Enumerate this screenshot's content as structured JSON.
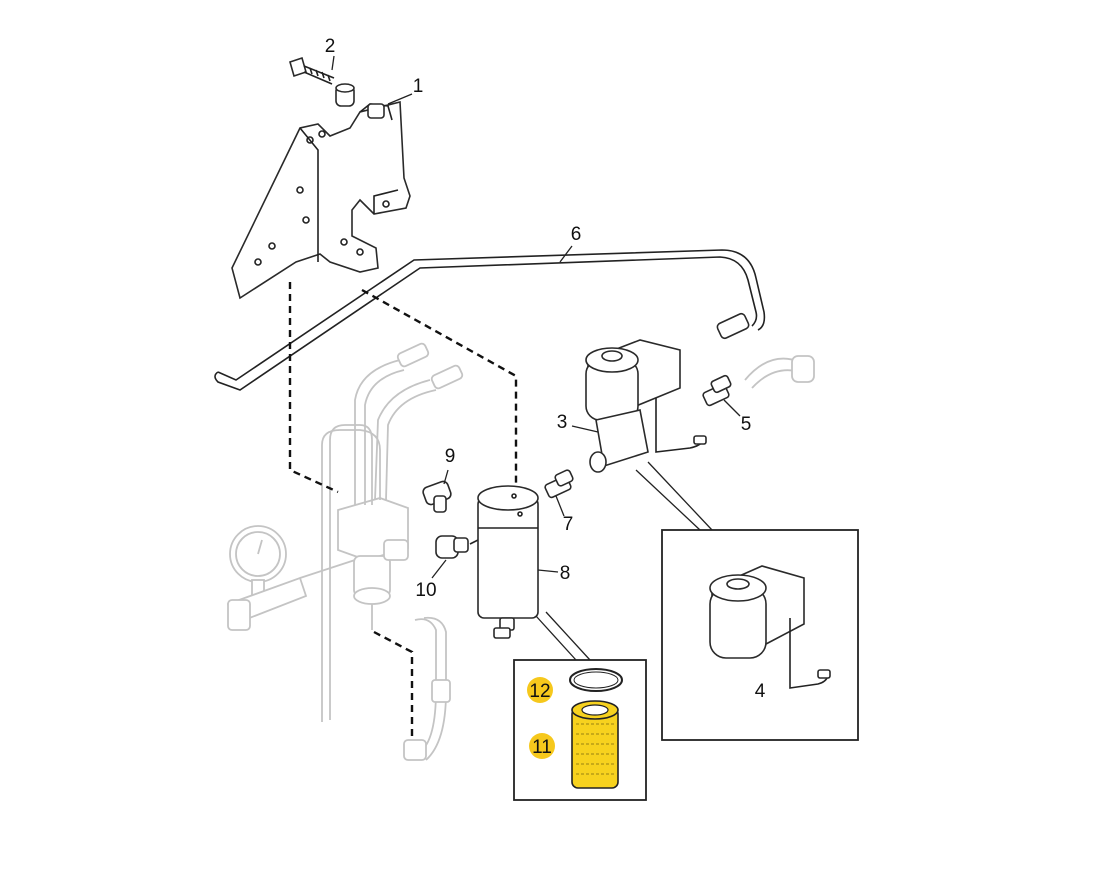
{
  "callouts": {
    "c1": "1",
    "c2": "2",
    "c3": "3",
    "c4": "4",
    "c5": "5",
    "c6": "6",
    "c7": "7",
    "c8": "8",
    "c9": "9",
    "c10": "10",
    "c11": "11",
    "c12": "12"
  },
  "highlight_color": "#f6c81c",
  "filter_element_color": "#f7d21e",
  "icons": {
    "highlight_marker": "yellow-circle"
  }
}
